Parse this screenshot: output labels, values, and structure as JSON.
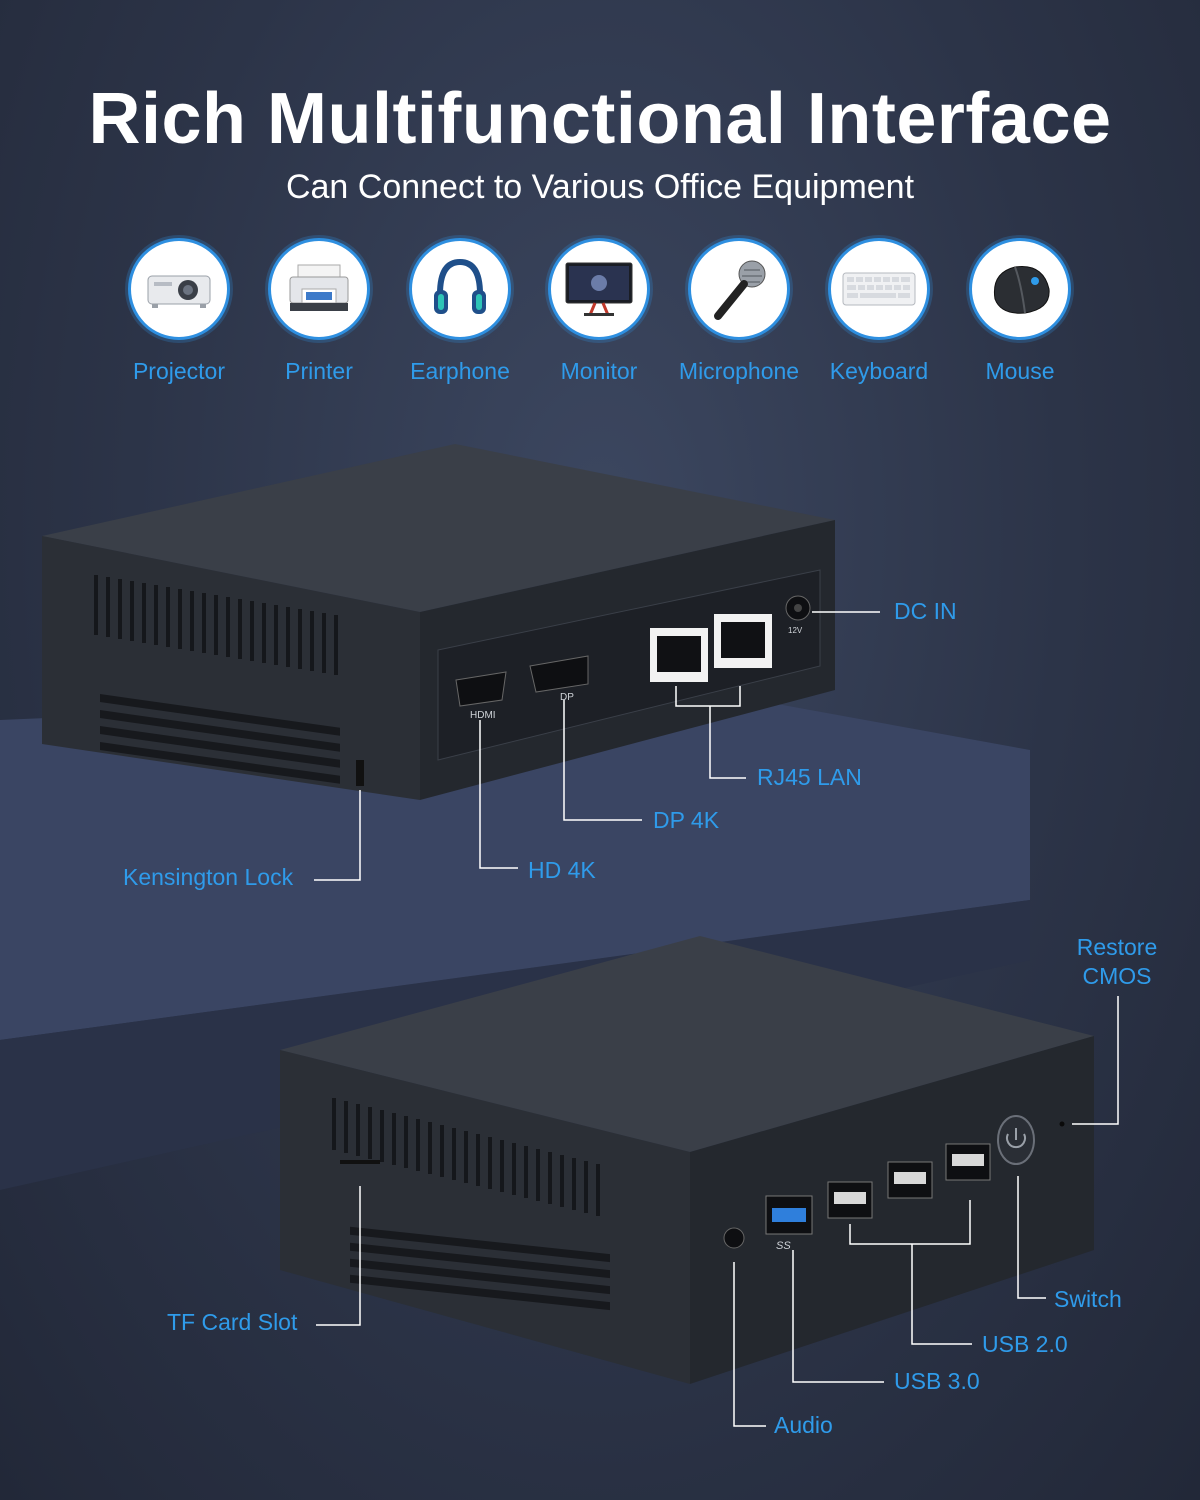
{
  "header": {
    "title": "Rich Multifunctional Interface",
    "subtitle": "Can Connect to Various Office Equipment"
  },
  "devices": [
    {
      "label": "Projector",
      "icon": "projector-icon"
    },
    {
      "label": "Printer",
      "icon": "printer-icon"
    },
    {
      "label": "Earphone",
      "icon": "headphones-icon"
    },
    {
      "label": "Monitor",
      "icon": "monitor-icon"
    },
    {
      "label": "Microphone",
      "icon": "microphone-icon"
    },
    {
      "label": "Keyboard",
      "icon": "keyboard-icon"
    },
    {
      "label": "Mouse",
      "icon": "mouse-icon"
    }
  ],
  "back_panel": {
    "callouts": {
      "dc_in": "DC IN",
      "rj45": "RJ45 LAN",
      "dp": "DP 4K",
      "hdmi": "HD 4K",
      "kensington": "Kensington Lock"
    },
    "port_text": {
      "hdmi": "HDMI",
      "dp": "DP",
      "power": "12V"
    }
  },
  "front_panel": {
    "callouts": {
      "restore_line1": "Restore",
      "restore_line2": "CMOS",
      "switch": "Switch",
      "usb2": "USB 2.0",
      "usb3": "USB 3.0",
      "audio": "Audio",
      "tf": "TF Card Slot"
    },
    "port_text": {
      "usb3": "SS"
    }
  },
  "colors": {
    "accent": "#2f9bea",
    "background": "#2c3448",
    "device": "#2b2f36"
  }
}
